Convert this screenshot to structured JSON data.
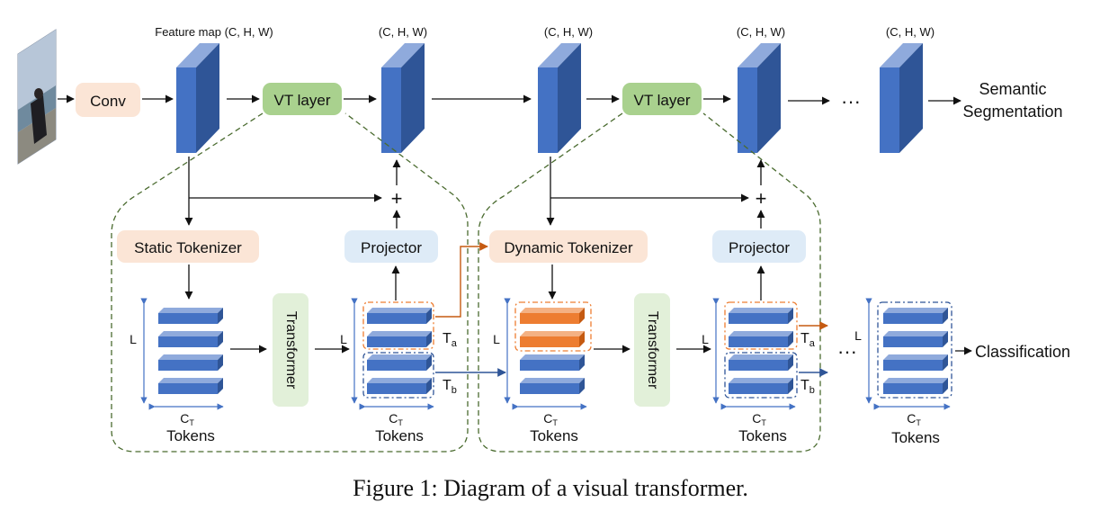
{
  "caption": "Figure 1: Diagram of a visual transformer.",
  "labels": {
    "feature_map": "Feature map (C, H, W)",
    "chw": "(C, H, W)",
    "conv": "Conv",
    "vt_layer": "VT layer",
    "static_tokenizer": "Static Tokenizer",
    "dynamic_tokenizer": "Dynamic Tokenizer",
    "projector": "Projector",
    "transformer": "Transformer",
    "tokens": "Tokens",
    "L": "L",
    "C": "C",
    "T_sub": "T",
    "T": "T",
    "a_sub": "a",
    "b_sub": "b",
    "ellipsis": "···",
    "plus": "+",
    "output_seg_line1": "Semantic",
    "output_seg_line2": "Segmentation",
    "output_cls": "Classification"
  },
  "colors": {
    "block_front": "#4472c4",
    "block_side": "#2f5597",
    "block_top": "#8faadc",
    "token_orange": "#ed7d31",
    "conv_fill": "#fbe5d6",
    "vt_fill": "#a9d18e",
    "tokenizer_fill": "#fbe5d6",
    "projector_fill": "#deebf7",
    "transformer_fill": "#e2f0d9",
    "dashed_green": "#4a6b2f",
    "dashed_orange": "#ed7d31",
    "dashed_blue": "#2f5597",
    "arrow_orange": "#c55a11",
    "arrow_blue": "#2f5597"
  }
}
